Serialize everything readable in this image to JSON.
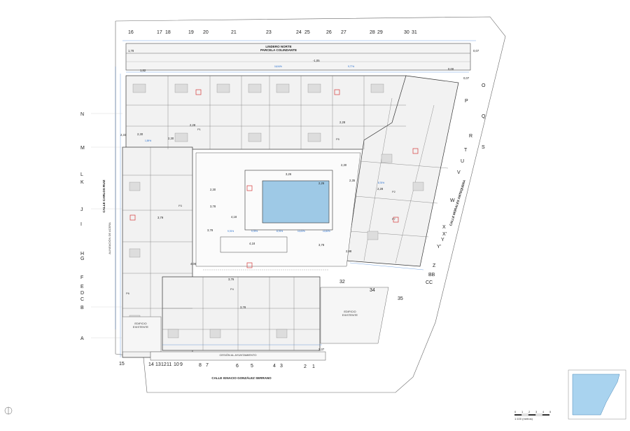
{
  "colors": {
    "line": "#333333",
    "dim_blue": "#1a66cc",
    "pool_blue": "#9ec9e6",
    "hatch": "#cccccc",
    "marker_red": "#d43a3a",
    "inset_blue": "#a9d3ef"
  },
  "grid_top": [
    "16",
    "17",
    "18",
    "19",
    "20",
    "21",
    "23",
    "24",
    "25",
    "26",
    "27",
    "28",
    "29",
    "30",
    "31"
  ],
  "grid_left": [
    "N",
    "M",
    "L",
    "K",
    "J",
    "I",
    "H",
    "G",
    "F",
    "E",
    "D",
    "C",
    "B",
    "A"
  ],
  "grid_right": [
    "O",
    "P",
    "Q",
    "R",
    "S",
    "T",
    "U",
    "V",
    "W",
    "X",
    "X'",
    "Y",
    "Y'",
    "Z",
    "BB",
    "CC"
  ],
  "grid_bottom": [
    "15",
    "14",
    "13",
    "12",
    "11",
    "10",
    "9",
    "8",
    "7",
    "6",
    "5",
    "4",
    "3",
    "2",
    "1"
  ],
  "grid_interior": [
    "32",
    "34",
    "35"
  ],
  "streets": {
    "north_1": "LINDERO NORTE",
    "north_2": "PARCELA COLINDANTE",
    "west": "CALLE CARLOS RUIZ",
    "east": "CALLE MORALES ANTEQUERA",
    "south": "CALLE IGNACIO GONZÁLEZ SERRANO",
    "cession": "CESIÓN AL AYUNTAMIENTO",
    "alignment": "ALINEACIÓN DE ACERA"
  },
  "labels": {
    "existing_1a": "EDIFICIO",
    "existing_1b": "EXISTENTE",
    "existing_2a": "EDIFICIO",
    "existing_2b": "EXISTENTE",
    "scale": "1:100 (metros)",
    "scale_ticks": [
      "0",
      "1",
      "2",
      "3",
      "4",
      "5"
    ]
  },
  "levels": [
    "1,78",
    "1,82",
    "-1,05",
    "0,07",
    "0,07",
    "0,00",
    "2,33",
    "2,30",
    "2,30",
    "2,28",
    "2,28",
    "2,26",
    "2,28",
    "3,26",
    "2,30",
    "3,78",
    "3,78",
    "3,78",
    "4,18",
    "4,18",
    "4,06",
    "3,76",
    "3,78",
    "2,98",
    "2,37",
    "3,79",
    "2,30",
    "2,35"
  ],
  "slopes": [
    "16,94%",
    "9,77%",
    "1,59%",
    "8,76%",
    "10,00%",
    "10,50%",
    "8,76%",
    "9,76%",
    "9,78%"
  ],
  "stairs": [
    "P1",
    "P2",
    "P3",
    "P4",
    "P5",
    "P6",
    "P7"
  ]
}
